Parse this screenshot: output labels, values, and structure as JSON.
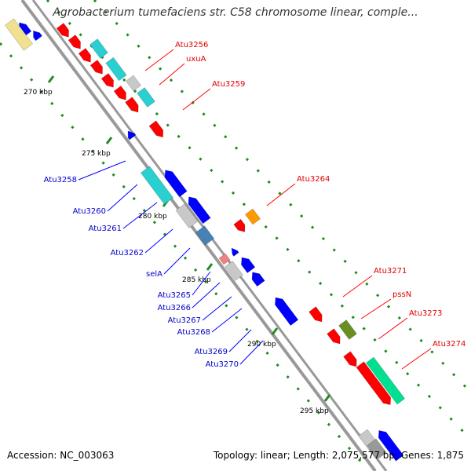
{
  "title": "Agrobacterium tumefaciens str. C58 chromosome linear, comple...",
  "footer": {
    "accession": "Accession: NC_003063",
    "topology": "Topology: linear; Length: 2,075,577 bp; Genes: 1,875"
  },
  "colors": {
    "forward": "#ff0000",
    "reverse": "#0000ff",
    "forward_label": "#e00000",
    "reverse_label": "#0000cc",
    "backbone": "#999999",
    "tick": "#228b22",
    "cyan": "#2ad0d0",
    "gray": "#c8c8c8",
    "olive": "#6b8e23",
    "orange": "#ff9900",
    "pink": "#f08080",
    "green": "#00e090",
    "steel": "#4682b4",
    "yellow": "#f0e090"
  },
  "ticks": [
    "270 kbp",
    "275 kbp",
    "280 kbp",
    "285 kbp",
    "290 kbp",
    "295 kbp"
  ],
  "forward_labels": [
    "Atu3256",
    "uxuA",
    "Atu3259",
    "Atu3264",
    "Atu3271",
    "pssN",
    "Atu3273",
    "Atu3274"
  ],
  "reverse_labels": [
    "Atu3258",
    "Atu3260",
    "Atu3261",
    "Atu3262",
    "selA",
    "Atu3265",
    "Atu3266",
    "Atu3267",
    "Atu3268",
    "Atu3269",
    "Atu3270"
  ]
}
